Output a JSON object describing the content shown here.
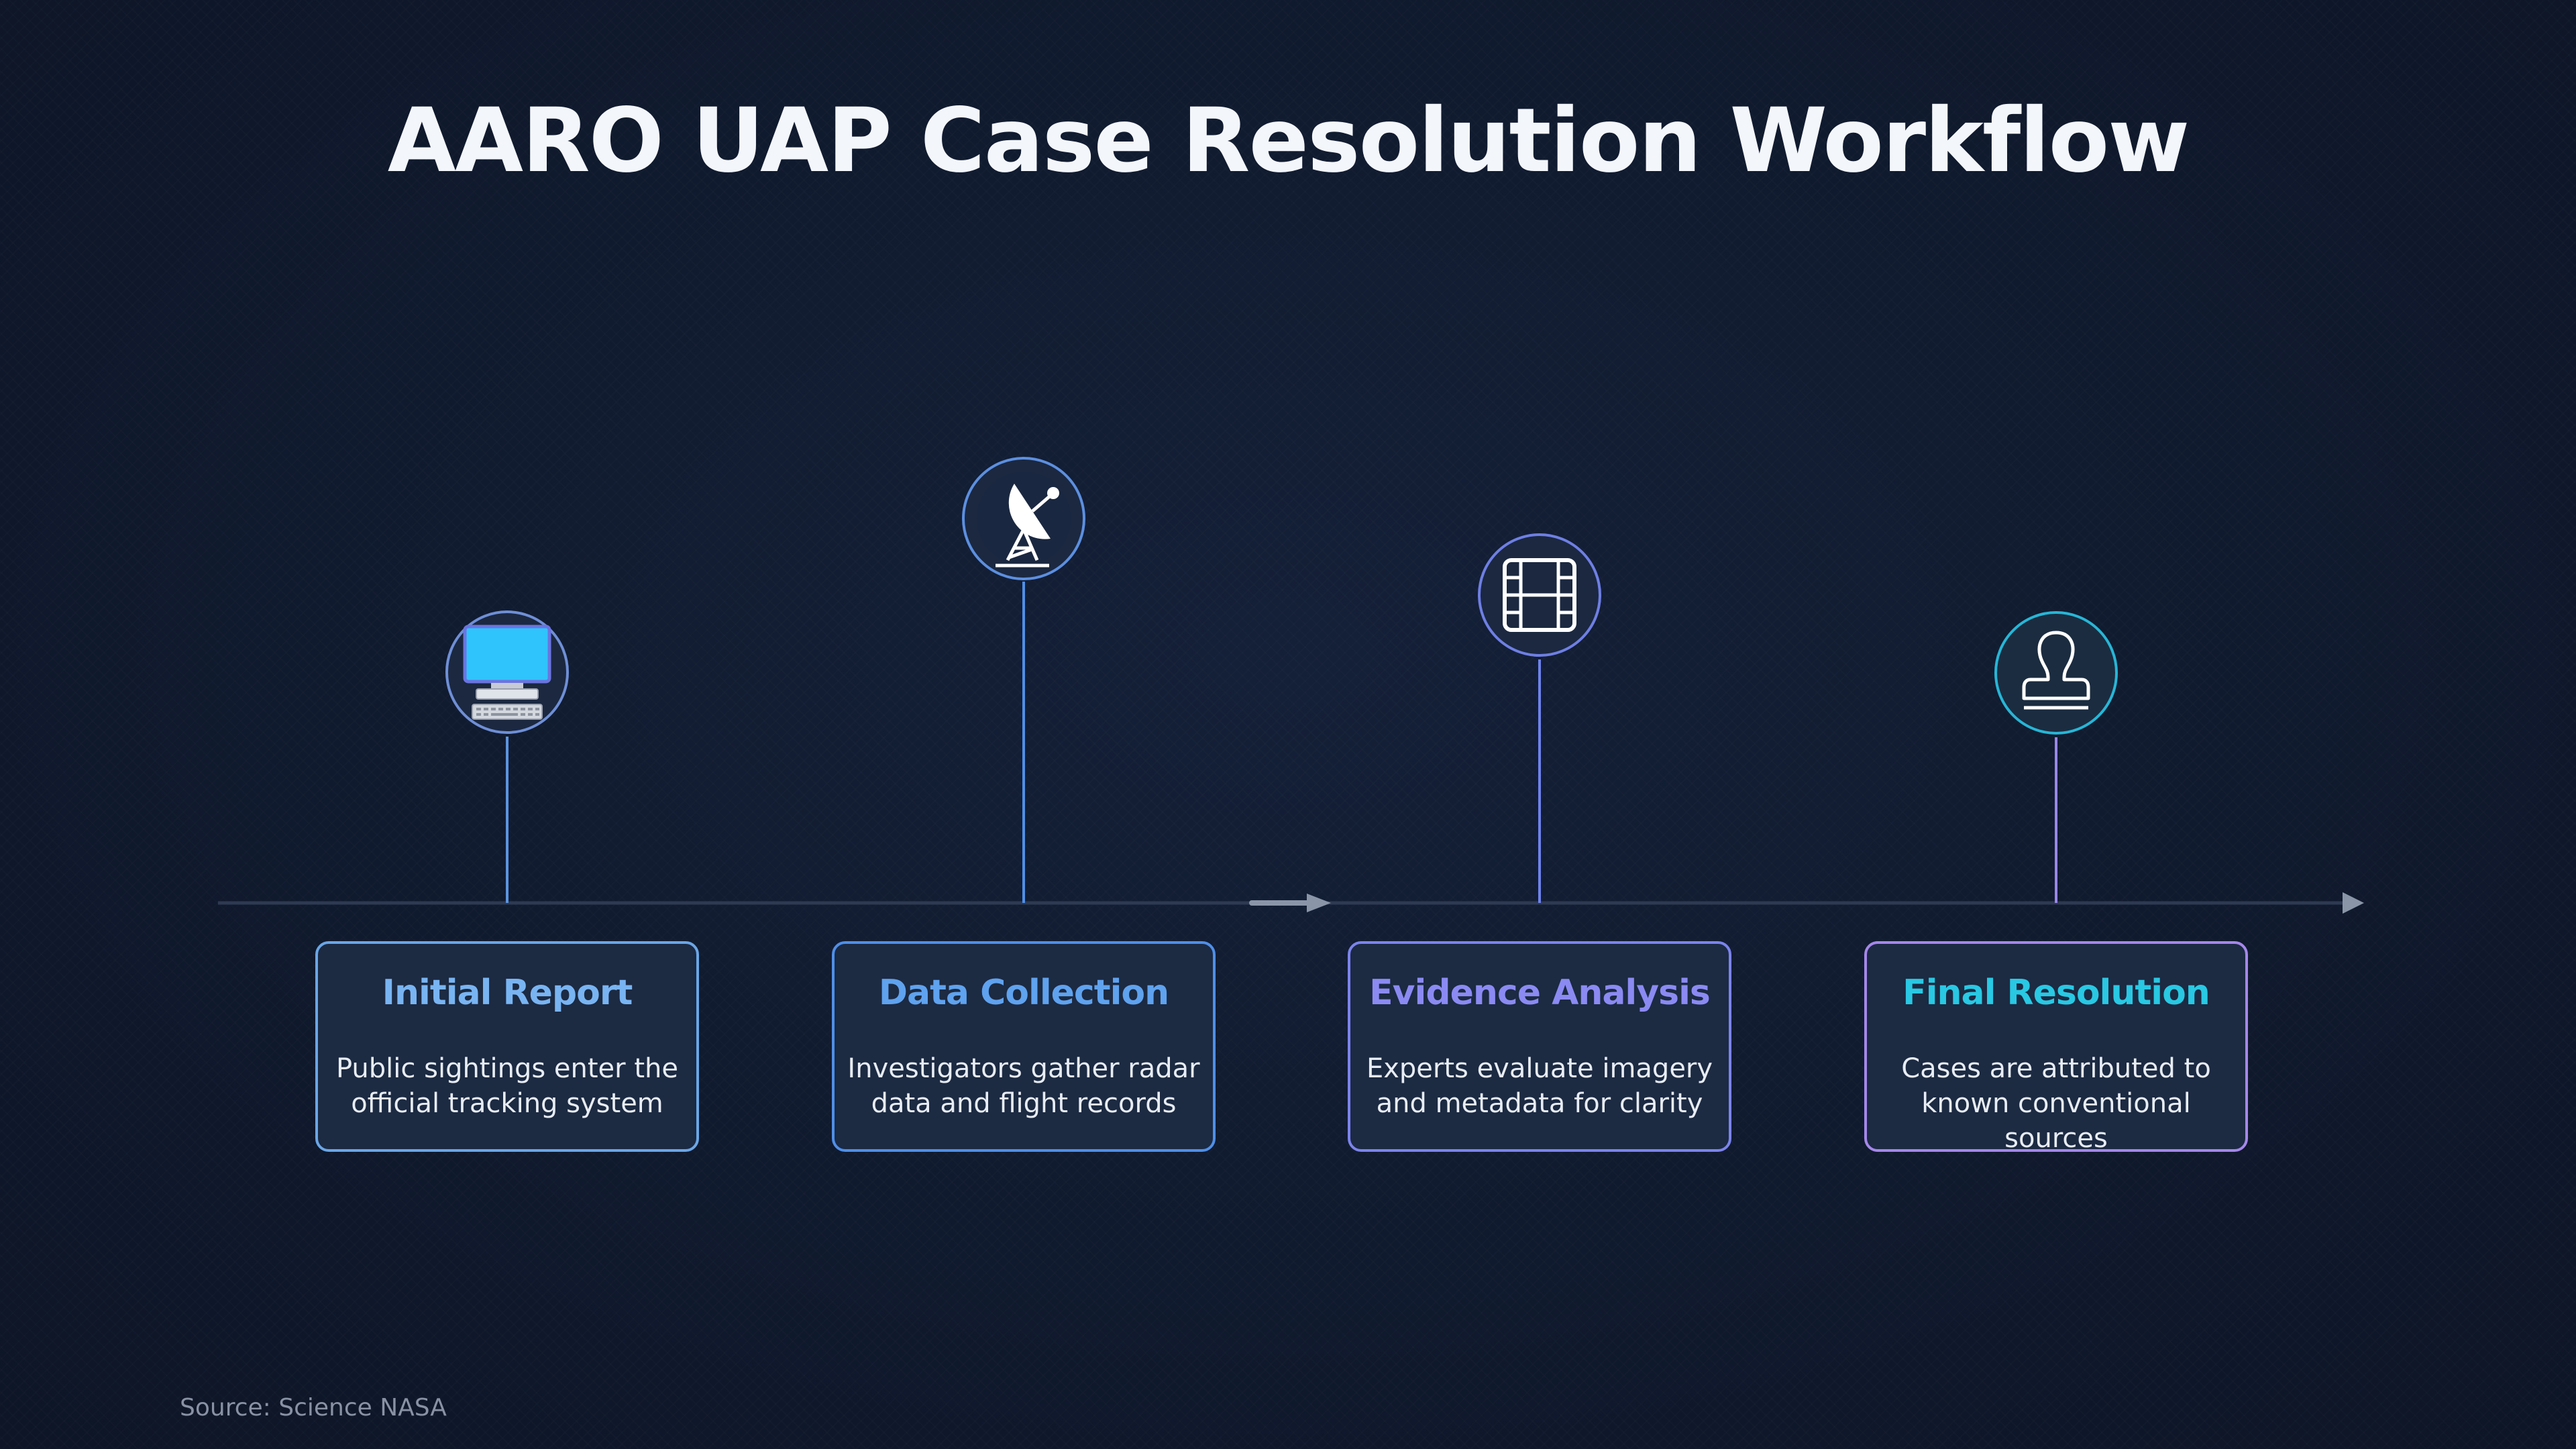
{
  "title": "AARO UAP Case Resolution Workflow",
  "source": "Source: Science NASA",
  "colors": {
    "background": "#0f182b",
    "axis": "#2e3a52",
    "arrow": "#8a95a8",
    "stage_1": "#79b4f2",
    "stage_2": "#5fa2ee",
    "stage_3": "#8b8af2",
    "stage_4": "#29c8e3"
  },
  "stages": [
    {
      "title": "Initial Report",
      "desc_line1": "Public sightings enter the",
      "desc_line2": "official tracking system",
      "icon": "computer-icon"
    },
    {
      "title": "Data Collection",
      "desc_line1": "Investigators gather radar",
      "desc_line2": "data and flight records",
      "icon": "satellite-dish-icon"
    },
    {
      "title": "Evidence Analysis",
      "desc_line1": "Experts evaluate imagery",
      "desc_line2": "and metadata for clarity",
      "icon": "film-icon"
    },
    {
      "title": "Final Resolution",
      "desc_line1": "Cases are attributed to",
      "desc_line2": "known conventional sources",
      "icon": "stamp-icon"
    }
  ]
}
